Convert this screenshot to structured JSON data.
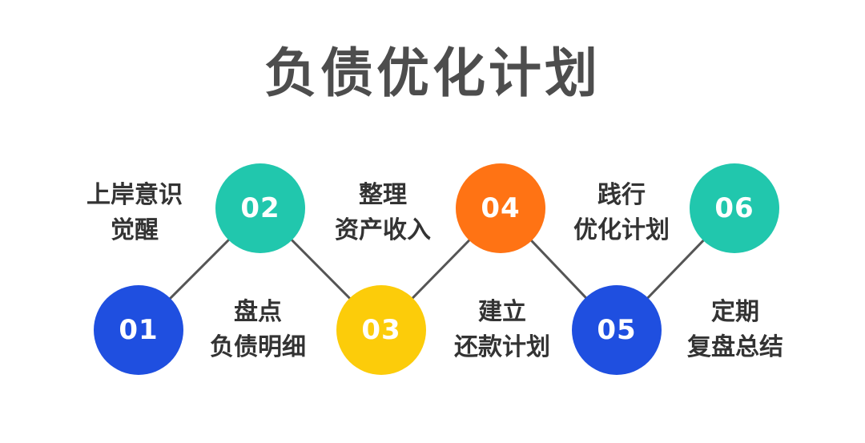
{
  "title": "负债优化计划",
  "colors": {
    "blue": "#1f4fe0",
    "teal": "#21c7ad",
    "yellow": "#fccc0a",
    "orange": "#ff7314",
    "line": "#555555"
  },
  "steps": [
    {
      "num": "01",
      "color": "#1f4fe0",
      "line1": "盘点",
      "line2": "负债明细"
    },
    {
      "num": "02",
      "color": "#21c7ad",
      "line1": "上岸意识",
      "line2": "觉醒"
    },
    {
      "num": "03",
      "color": "#fccc0a",
      "line1": "建立",
      "line2": "还款计划"
    },
    {
      "num": "04",
      "color": "#ff7314",
      "line1": "整理",
      "line2": "资产收入"
    },
    {
      "num": "05",
      "color": "#1f4fe0",
      "line1": "定期",
      "line2": "复盘总结"
    },
    {
      "num": "06",
      "color": "#21c7ad",
      "line1": "践行",
      "line2": "优化计划"
    }
  ]
}
